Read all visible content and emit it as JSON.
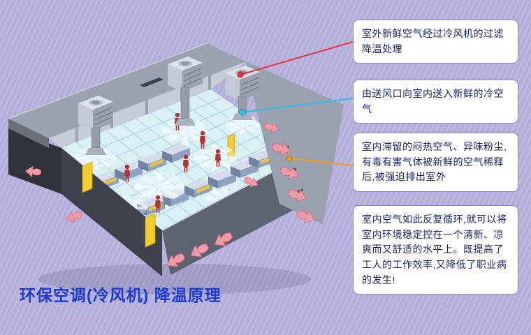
{
  "title": {
    "text": "环保空调(冷风机) 降温原理"
  },
  "callouts": [
    {
      "text": "室外新鲜空气经过冷风机的过滤降温处理",
      "connector_color": "#e8333f"
    },
    {
      "text": "由送风口向室内送入新鲜的冷空气",
      "connector_color": "#2bbfe9"
    },
    {
      "text": "室内滞留的闷热空气、异味粉尘,有毒有害气体被新鲜的空气稀释后,被强迫排出室外",
      "connector_color": "#f59b17"
    },
    {
      "text": "室内空气如此反复循环,就可以将室内环境稳定控在一个清新、凉爽而又舒适的水平上。既提高了工人的工作效率,又降低了职业病的发生!",
      "connector_color": ""
    }
  ],
  "colors": {
    "background": "#b3aeda",
    "background_stripe": "rgba(255,255,255,0.16)",
    "callout_bg": "#ffffff",
    "callout_border": "#8f86c9",
    "callout_text": "#17256e",
    "title_blue": "#1c3ad2"
  }
}
